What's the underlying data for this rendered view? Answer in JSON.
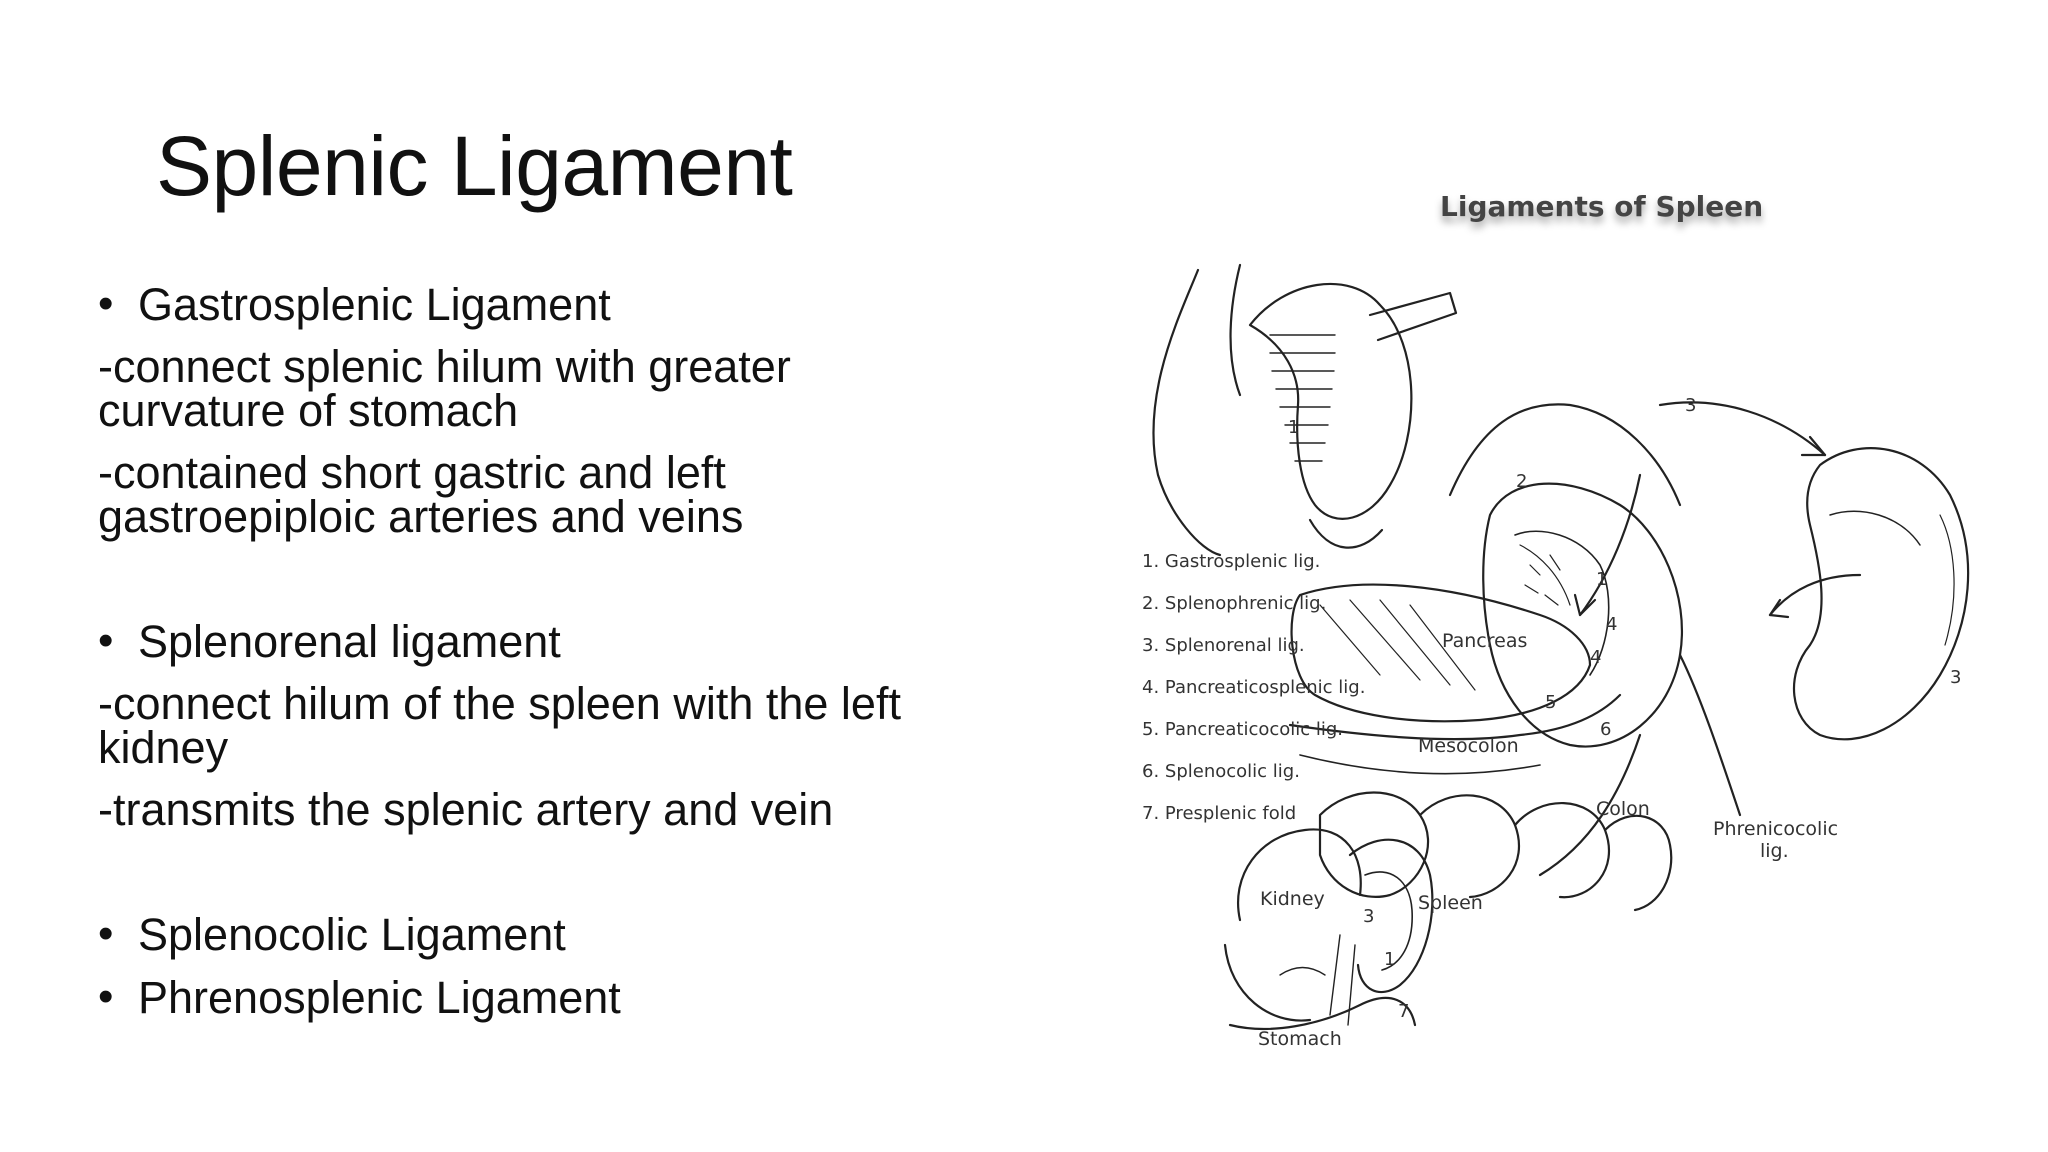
{
  "slide": {
    "title": "Splenic Ligament",
    "bullets": [
      {
        "label": "Gastrosplenic Ligament"
      },
      {
        "label": "Splenorenal ligament"
      },
      {
        "label": "Splenocolic Ligament"
      },
      {
        "label": "Phrenosplenic Ligament"
      }
    ],
    "details": {
      "gastrosplenic_1": "-connect splenic hilum with greater curvature of stomach",
      "gastrosplenic_2": "-contained short gastric and left gastroepiploic arteries and veins",
      "splenorenal_1": "-connect hilum of the spleen with the left kidney",
      "splenorenal_2": "-transmits the splenic artery and vein"
    },
    "bullet_glyph": "•"
  },
  "figure": {
    "title": "Ligaments of Spleen",
    "legend": [
      "1. Gastrosplenic lig.",
      "2. Splenophrenic lig.",
      "3. Splenorenal lig.",
      "4. Pancreaticosplenic lig.",
      "5. Pancreaticocolic lig.",
      "6. Splenocolic lig.",
      "7. Presplenic fold"
    ],
    "labels": {
      "pancreas": "Pancreas",
      "mesocolon": "Mesocolon",
      "colon": "Colon",
      "phrenicocolic": "Phrenicocolic",
      "phrenicocolic_2": "lig.",
      "kidney": "Kidney",
      "spleen": "Spleen",
      "stomach": "Stomach"
    },
    "numbers": {
      "n1": "1",
      "n2": "2",
      "n3": "3",
      "n4": "4",
      "n5": "5",
      "n6": "6",
      "n7": "7"
    }
  }
}
